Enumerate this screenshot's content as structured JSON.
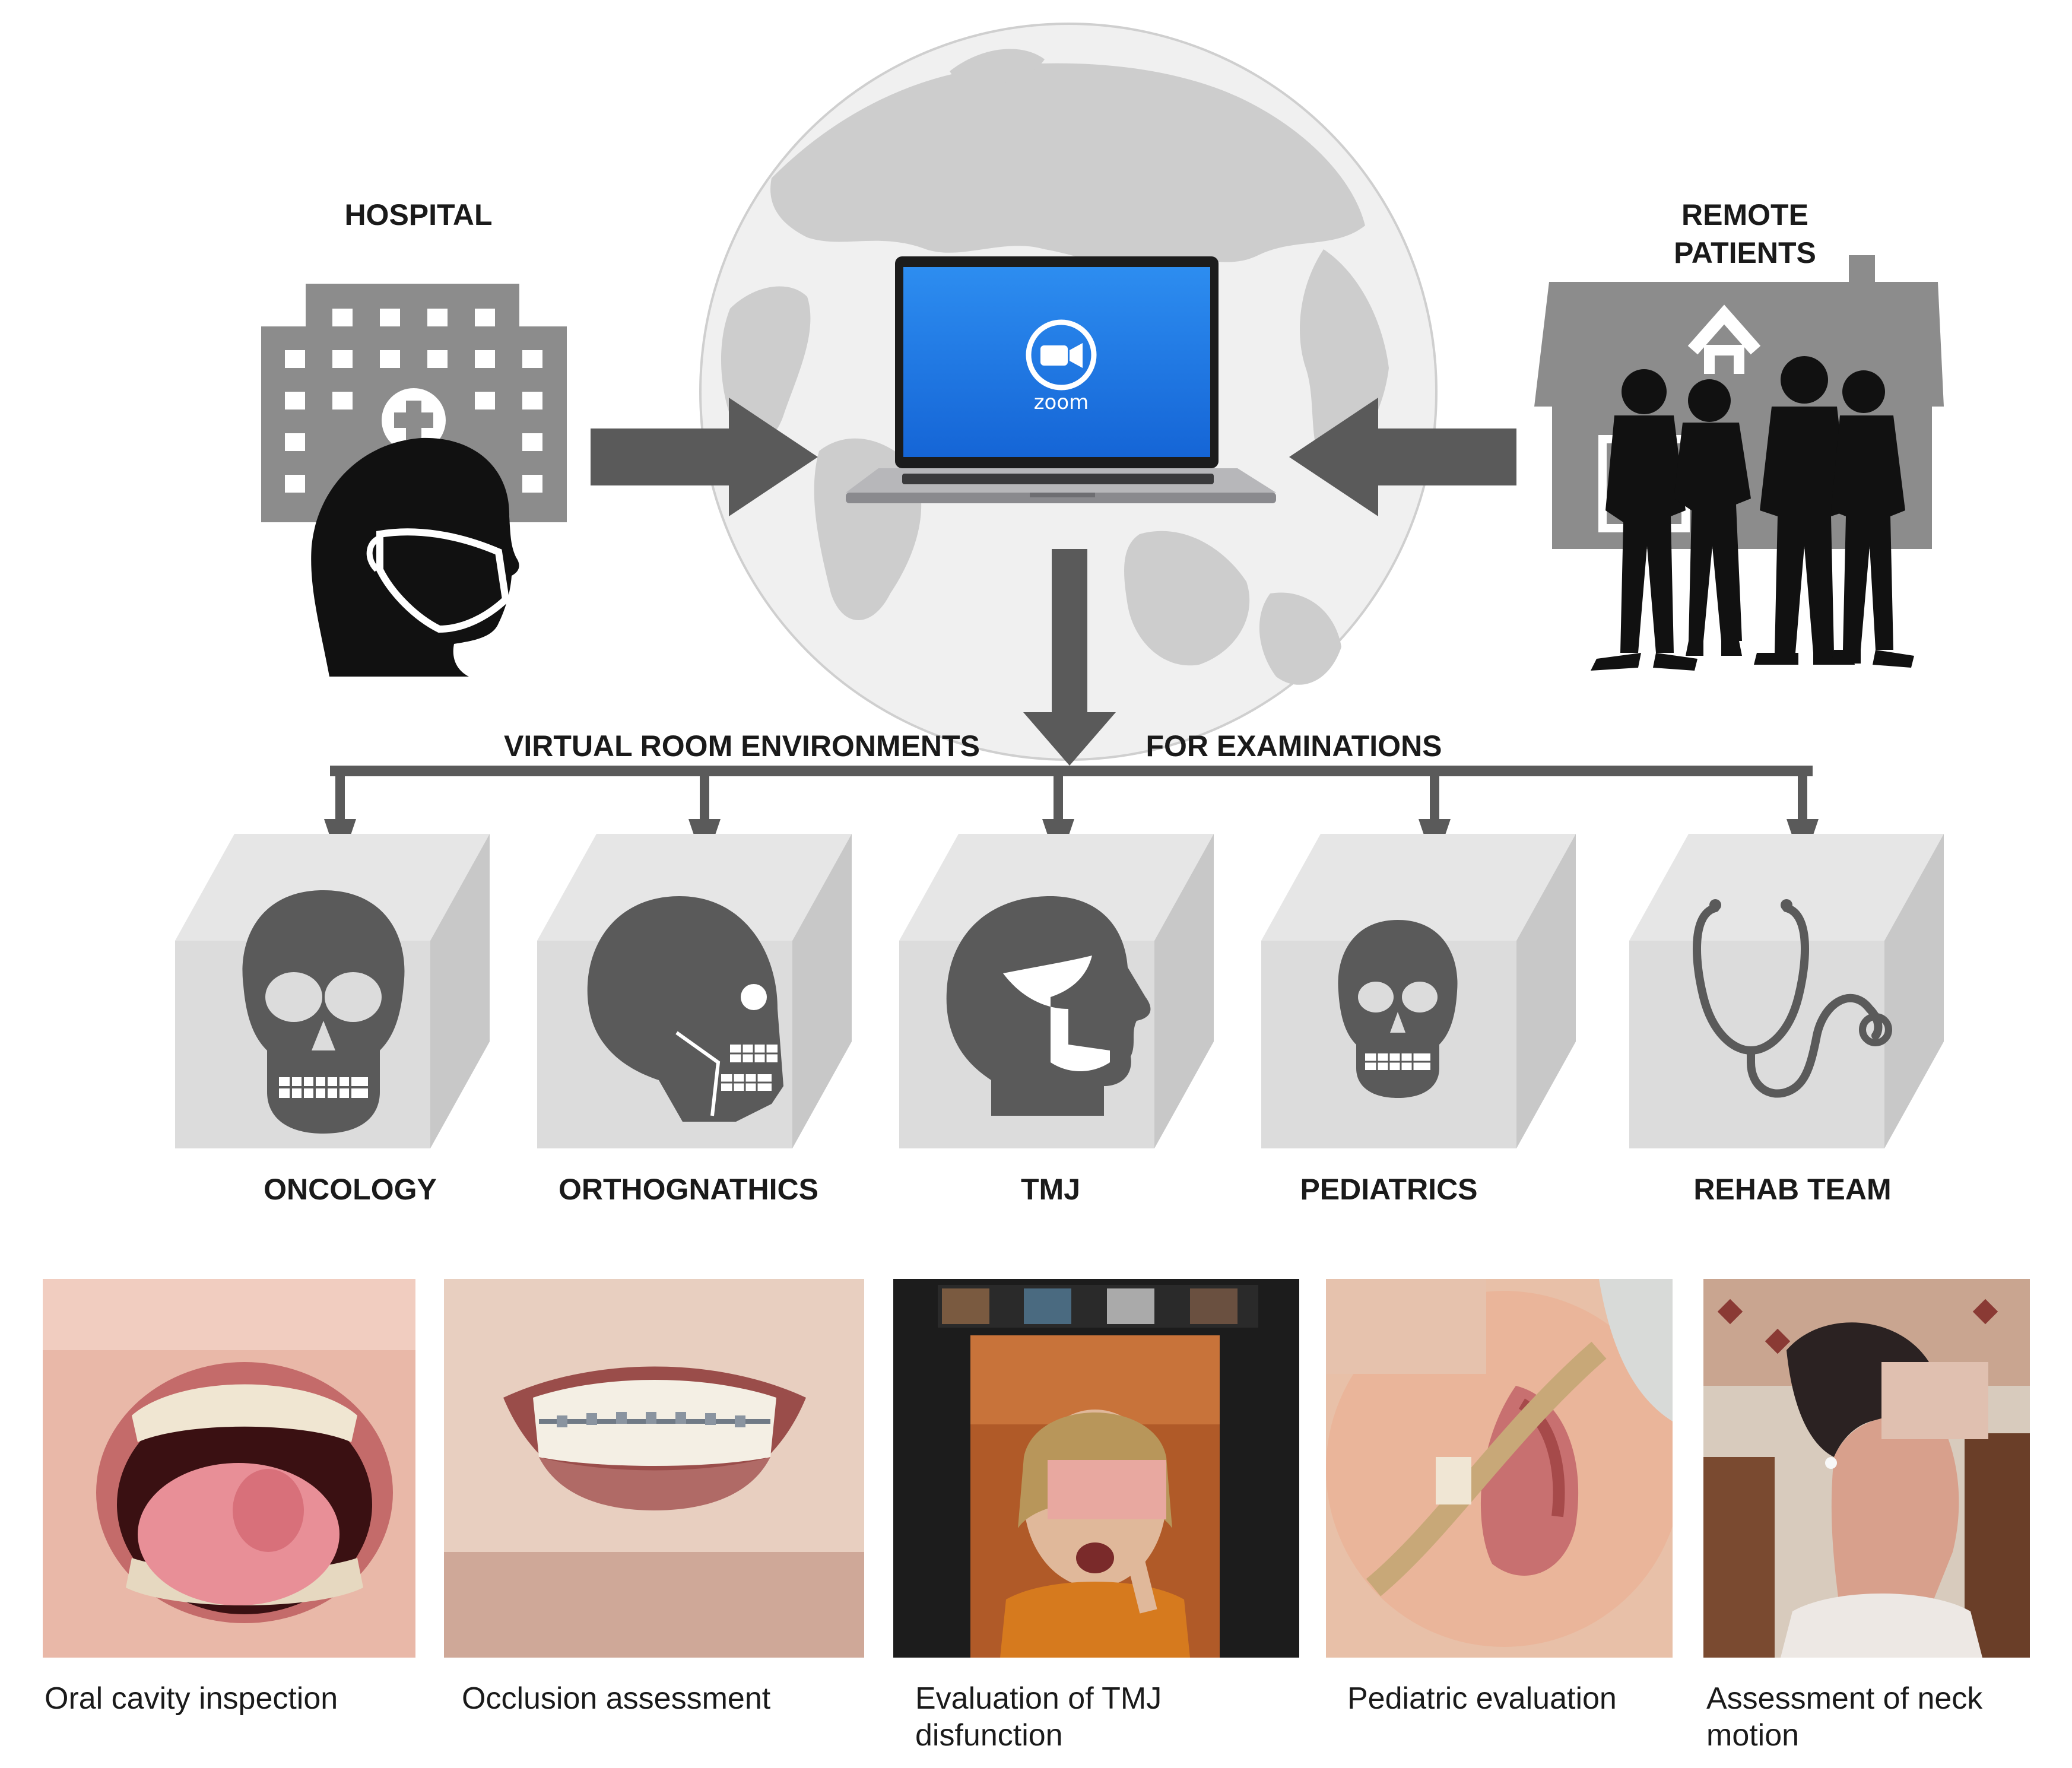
{
  "labels": {
    "hospital": "HOSPITAL",
    "remote_patients_1": "REMOTE",
    "remote_patients_2": "PATIENTS",
    "virtual_room": "VIRTUAL ROOM ENVIRONMENTS",
    "for_examinations": "FOR EXAMINATIONS",
    "zoom": "zoom"
  },
  "rooms": [
    {
      "label": "ONCOLOGY",
      "icon": "skull-front-icon"
    },
    {
      "label": "ORTHOGNATHICS",
      "icon": "skull-profile-icon"
    },
    {
      "label": "TMJ",
      "icon": "head-jaw-icon"
    },
    {
      "label": "PEDIATRICS",
      "icon": "small-skull-icon"
    },
    {
      "label": "REHAB TEAM",
      "icon": "stethoscope-icon"
    }
  ],
  "photos": [
    {
      "caption_1": "Oral cavity inspection",
      "caption_2": ""
    },
    {
      "caption_1": "Occlusion assessment",
      "caption_2": ""
    },
    {
      "caption_1": "Evaluation of TMJ",
      "caption_2": "disfunction"
    },
    {
      "caption_1": "Pediatric evaluation",
      "caption_2": ""
    },
    {
      "caption_1": "Assessment of neck",
      "caption_2": "motion"
    }
  ],
  "colors": {
    "arrow": "#5a5a5a",
    "icon_gray": "#8c8c8c",
    "globe": "#d6d6d6",
    "screen": "#1a7ee8",
    "box_front": "#d9d9d9",
    "box_side": "#c4c4c4"
  }
}
